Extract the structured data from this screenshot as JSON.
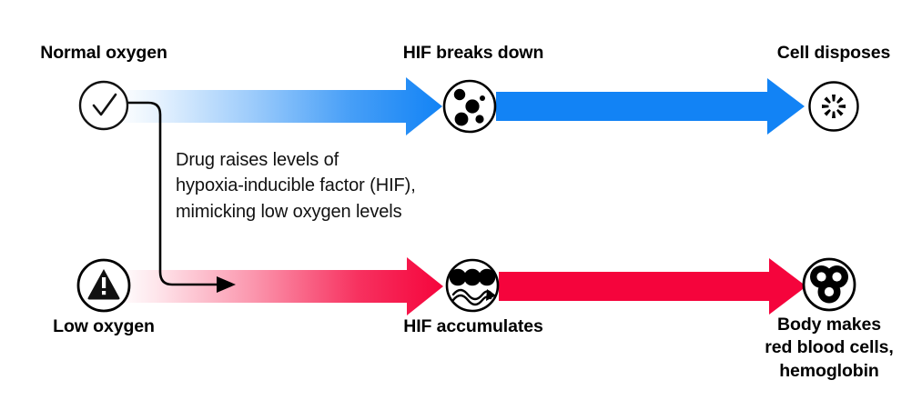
{
  "diagram": {
    "title_top_left": "Normal oxygen",
    "title_top_mid": "HIF breaks down",
    "title_top_right": "Cell disposes",
    "title_bottom_left": "Low oxygen",
    "title_bottom_mid": "HIF accumulates",
    "title_bottom_right_line1": "Body makes",
    "title_bottom_right_line2": "red blood cells,",
    "title_bottom_right_line3": "hemoglobin"
  },
  "annotation": {
    "line1": "Drug raises levels of",
    "line2": "hypoxia-inducible factor (HIF),",
    "line3": "mimicking low oxygen levels"
  },
  "icons": {
    "normal_oxygen": "check-circle-icon",
    "hif_breaks_down": "fragmented-protein-circle-icon",
    "cell_disposes": "disposal-burst-circle-icon",
    "low_oxygen": "warning-triangle-circle-icon",
    "hif_accumulates": "hif-dna-circle-icon",
    "body_makes": "red-blood-cells-circle-icon",
    "connector_arrow": "drug-connector-arrow-icon",
    "top_arrow_1": "blue-gradient-arrow-icon",
    "top_arrow_2": "blue-solid-arrow-icon",
    "bottom_arrow_1": "red-gradient-arrow-icon",
    "bottom_arrow_2": "red-solid-arrow-icon"
  },
  "colors": {
    "blue": "#1283f5",
    "blue_mid": "#3d9bf7",
    "red": "#f5043c",
    "red_light": "#fde4e9",
    "black": "#000000",
    "background": "#ffffff"
  }
}
